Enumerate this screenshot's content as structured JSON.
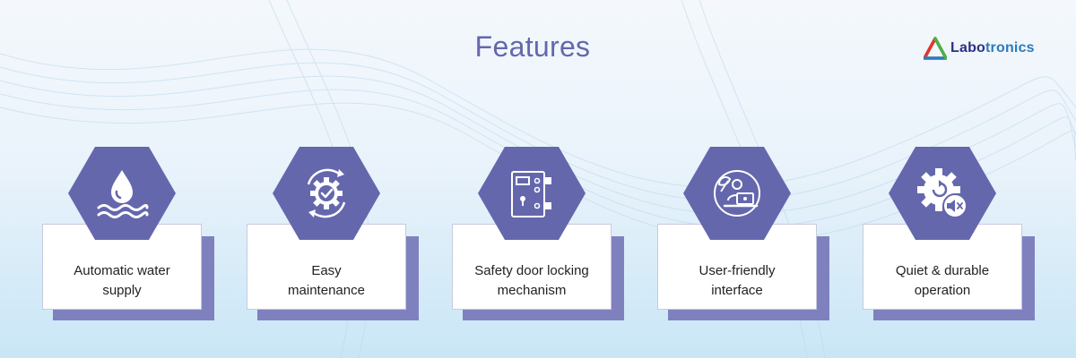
{
  "title": "Features",
  "logo": {
    "part1": "Labo",
    "part2": "tronics"
  },
  "colors": {
    "hexagon": "#6567ad",
    "shadow": "#7f81bf",
    "title": "#6567ad",
    "panel": "#ffffff"
  },
  "features": [
    {
      "line1": "Automatic water",
      "line2": "supply",
      "icon": "water-drop-icon"
    },
    {
      "line1": "Easy",
      "line2": "maintenance",
      "icon": "gear-check-icon"
    },
    {
      "line1": "Safety door locking",
      "line2": "mechanism",
      "icon": "door-lock-icon"
    },
    {
      "line1": "User-friendly",
      "line2": "interface",
      "icon": "user-laptop-icon"
    },
    {
      "line1": "Quiet & durable",
      "line2": "operation",
      "icon": "gear-mute-icon"
    }
  ]
}
